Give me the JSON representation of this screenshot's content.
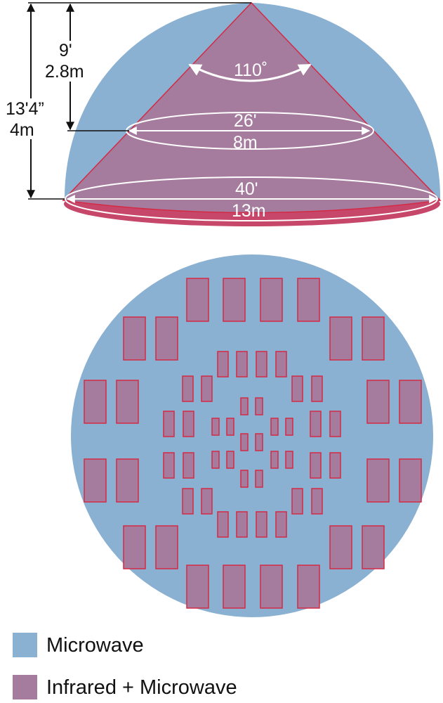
{
  "colors": {
    "microwave": "#8ab0d2",
    "infrared": "#a67c9e",
    "outline": "#d32a45",
    "dimension_line": "#111111",
    "white_line": "#ffffff"
  },
  "side_view": {
    "height_outer_ft": "13'4”",
    "height_outer_m": "4m",
    "height_inner_ft": "9'",
    "height_inner_m": "2.8m",
    "angle": "110˚",
    "inner_width_ft": "26'",
    "inner_width_m": "8m",
    "outer_width_ft": "40'",
    "outer_width_m": "13m"
  },
  "legend": [
    {
      "label": "Microwave",
      "color": "#8ab0d2"
    },
    {
      "label": "Infrared + Microwave",
      "color": "#a67c9e"
    }
  ]
}
